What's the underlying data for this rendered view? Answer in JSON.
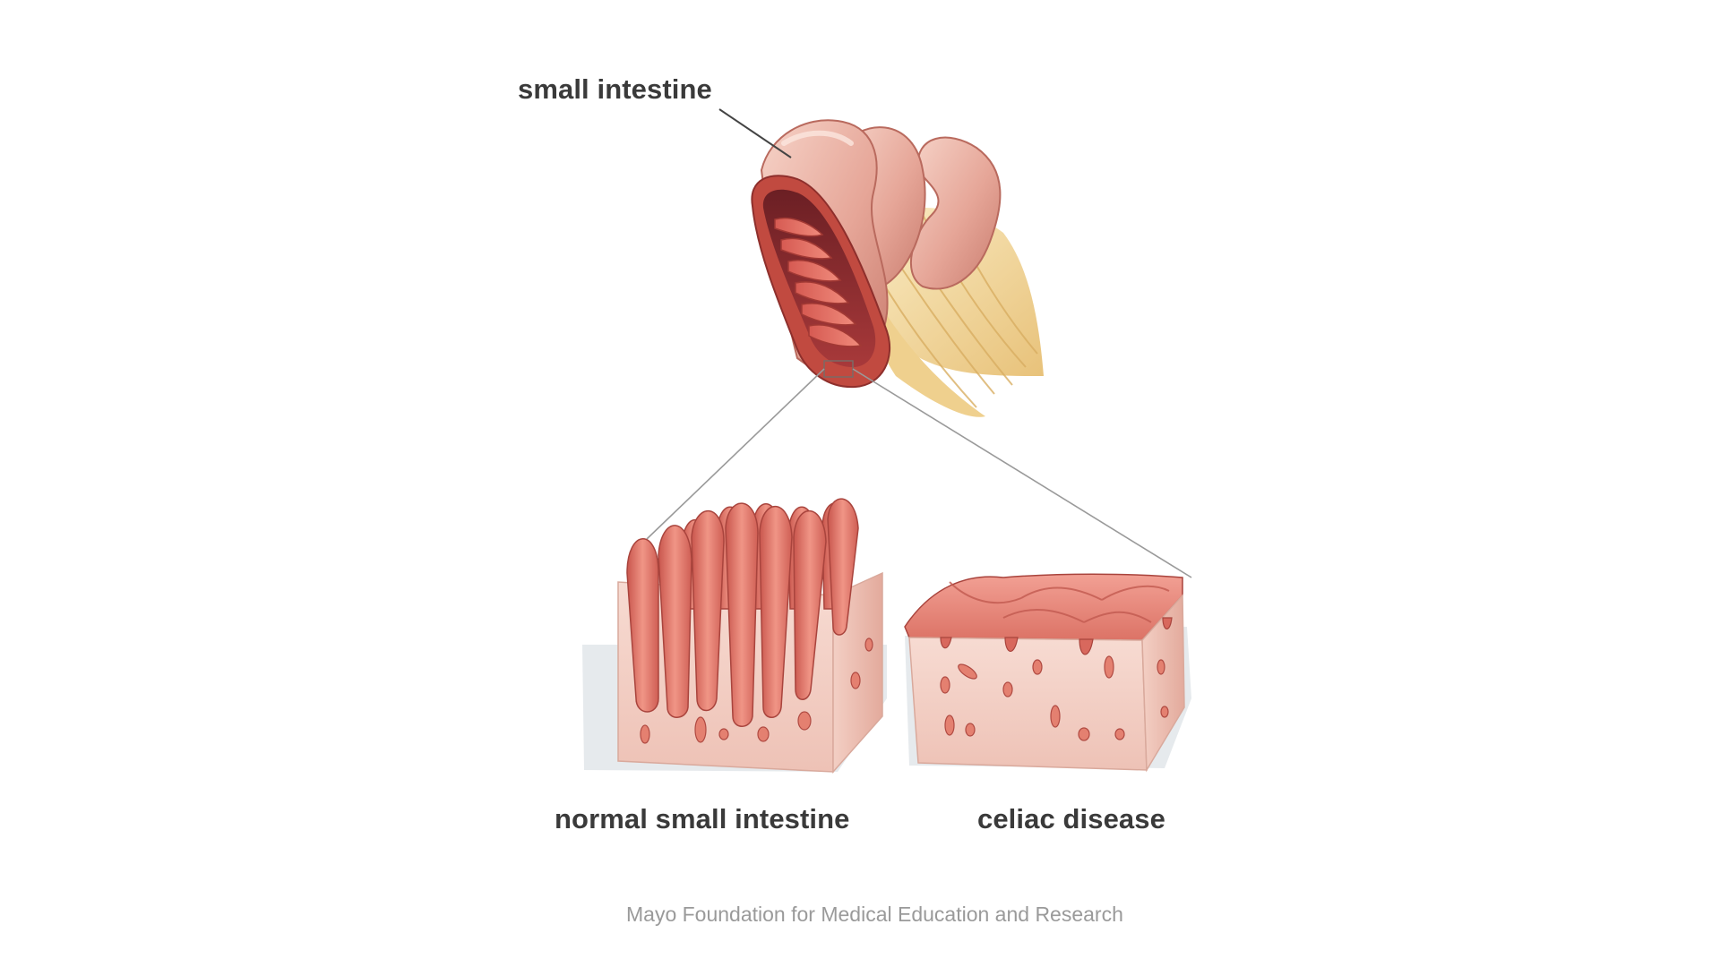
{
  "labels": {
    "small_intestine": "small intestine",
    "normal": "normal small intestine",
    "celiac": "celiac disease"
  },
  "credit": "Mayo Foundation for Medical Education and Research",
  "colors": {
    "background": "#ffffff",
    "label_text": "#3a3a3a",
    "credit_text": "#9a9a9a",
    "tissue_outer": "#e8a69a",
    "tissue_inner": "#b8403a",
    "villus": "#e27d70",
    "section_body": "#f4d2c8",
    "fat": "#f2dca0"
  }
}
